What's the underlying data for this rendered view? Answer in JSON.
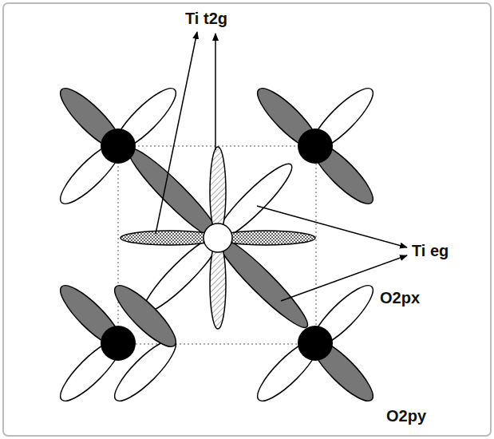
{
  "diagram": {
    "labels": [
      "Ti t2g",
      "Ti eg",
      "O2px",
      "O2py"
    ]
  }
}
